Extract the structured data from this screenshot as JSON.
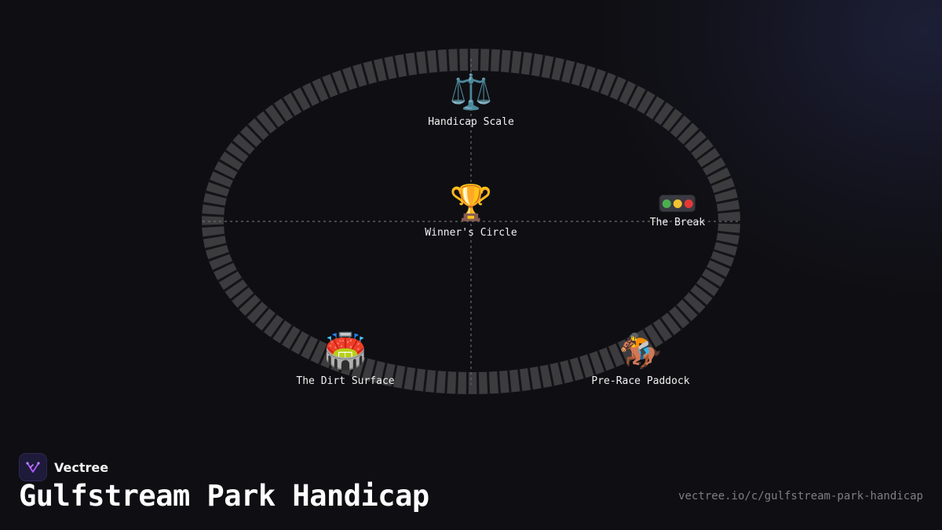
{
  "title": "Gulfstream Park Handicap",
  "brand": {
    "name": "Vectree",
    "logo_icon": "vectree-logo-icon"
  },
  "url": "vectree.io/c/gulfstream-park-handicap",
  "nodes": [
    {
      "id": "handicap-scale",
      "label": "Handicap Scale",
      "emoji": "⚖️",
      "icon": "scale-icon"
    },
    {
      "id": "winners-circle",
      "label": "Winner's Circle",
      "emoji": "🏆",
      "icon": "trophy-icon"
    },
    {
      "id": "the-break",
      "label": "The Break",
      "emoji": "",
      "icon": "traffic-light-icon"
    },
    {
      "id": "dirt-surface",
      "label": "The Dirt Surface",
      "emoji": "🏟️",
      "icon": "stadium-icon"
    },
    {
      "id": "pre-race-paddock",
      "label": "Pre-Race Paddock",
      "emoji": "🏇",
      "icon": "horse-racing-icon"
    }
  ],
  "colors": {
    "background": "#0f0f13",
    "track": "#3c3c3e",
    "track_gap": "#141418",
    "connector": "#6b6b72",
    "light_green": "#4caf50",
    "light_yellow": "#f2c230",
    "light_red": "#e53935"
  }
}
